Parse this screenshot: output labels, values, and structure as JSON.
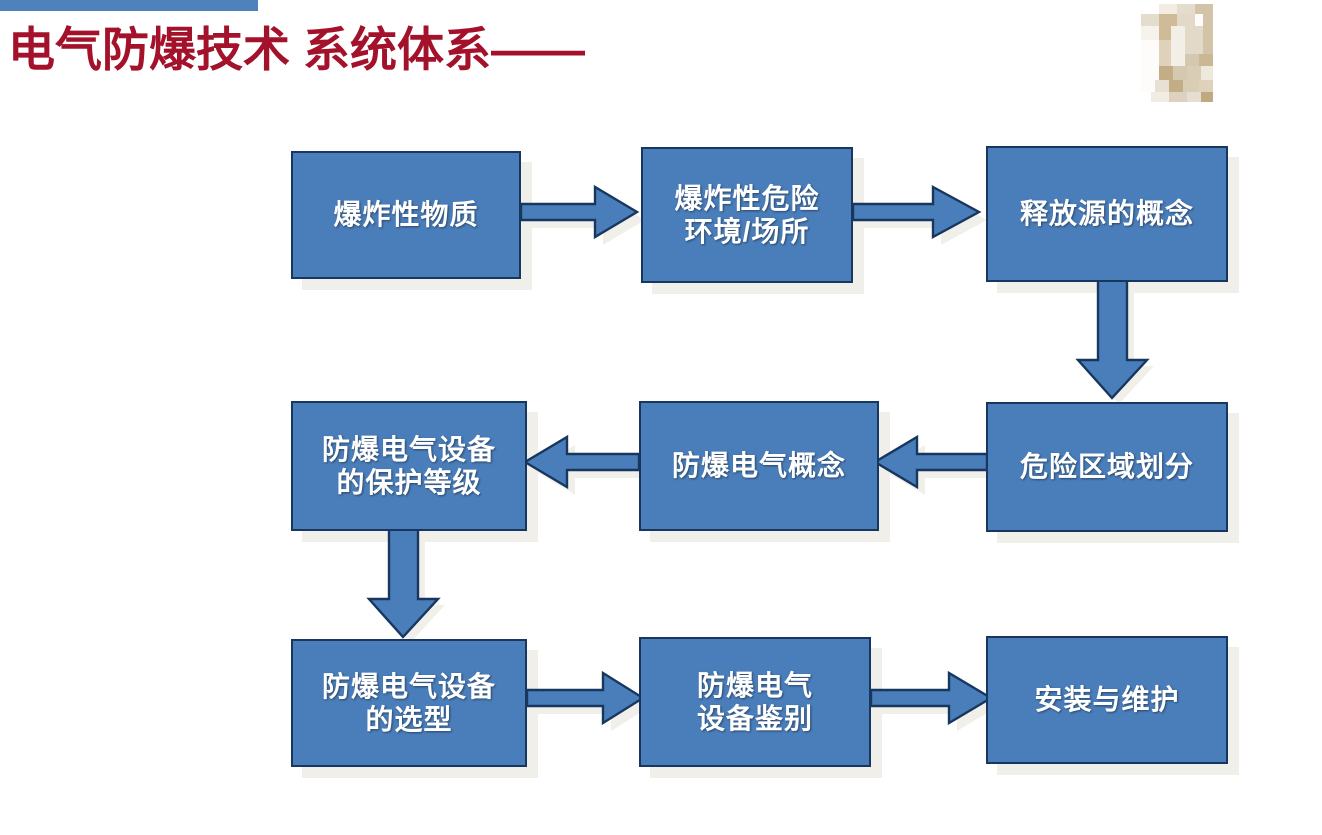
{
  "slide": {
    "title": "电气防爆技术 系统体系——",
    "title_color": "#a3112a",
    "accent_bar_color": "#4f81bd",
    "box_fill_color": "#4a7ebb",
    "box_border_color": "#17375e",
    "shadow_color": "#f1efe9",
    "background_color": "#ffffff"
  },
  "logo": {
    "name": "corner-logo-image",
    "description": "blurred beige pixelated emblem"
  },
  "diagram": {
    "type": "flowchart",
    "nodes": [
      {
        "id": "n1",
        "label": "爆炸性物质",
        "row": 1,
        "col": 1
      },
      {
        "id": "n2",
        "label": "爆炸性危险\n环境/场所",
        "row": 1,
        "col": 2
      },
      {
        "id": "n3",
        "label": "释放源的概念",
        "row": 1,
        "col": 3
      },
      {
        "id": "n4",
        "label": "防爆电气设备\n的保护等级",
        "row": 2,
        "col": 1
      },
      {
        "id": "n5",
        "label": "防爆电气概念",
        "row": 2,
        "col": 2
      },
      {
        "id": "n6",
        "label": "危险区域划分",
        "row": 2,
        "col": 3
      },
      {
        "id": "n7",
        "label": "防爆电气设备\n的选型",
        "row": 3,
        "col": 1
      },
      {
        "id": "n8",
        "label": "防爆电气\n设备鉴别",
        "row": 3,
        "col": 2
      },
      {
        "id": "n9",
        "label": "安装与维护",
        "row": 3,
        "col": 3
      }
    ],
    "edges": [
      {
        "from": "n1",
        "to": "n2",
        "direction": "right"
      },
      {
        "from": "n2",
        "to": "n3",
        "direction": "right"
      },
      {
        "from": "n3",
        "to": "n6",
        "direction": "down"
      },
      {
        "from": "n6",
        "to": "n5",
        "direction": "left"
      },
      {
        "from": "n5",
        "to": "n4",
        "direction": "left"
      },
      {
        "from": "n4",
        "to": "n7",
        "direction": "down"
      },
      {
        "from": "n7",
        "to": "n8",
        "direction": "right"
      },
      {
        "from": "n8",
        "to": "n9",
        "direction": "right"
      }
    ]
  }
}
